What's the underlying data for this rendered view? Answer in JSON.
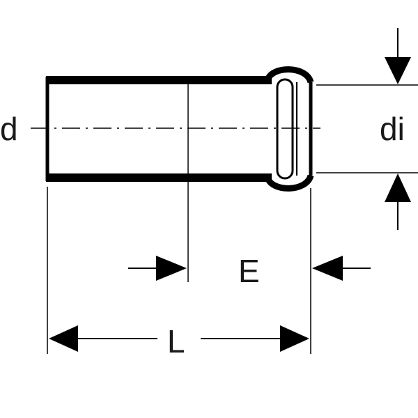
{
  "labels": {
    "d": "d",
    "di": "di",
    "E": "E",
    "L": "L"
  },
  "colors": {
    "stroke": "#000000",
    "text": "#1a1a1a",
    "background": "#ffffff"
  }
}
